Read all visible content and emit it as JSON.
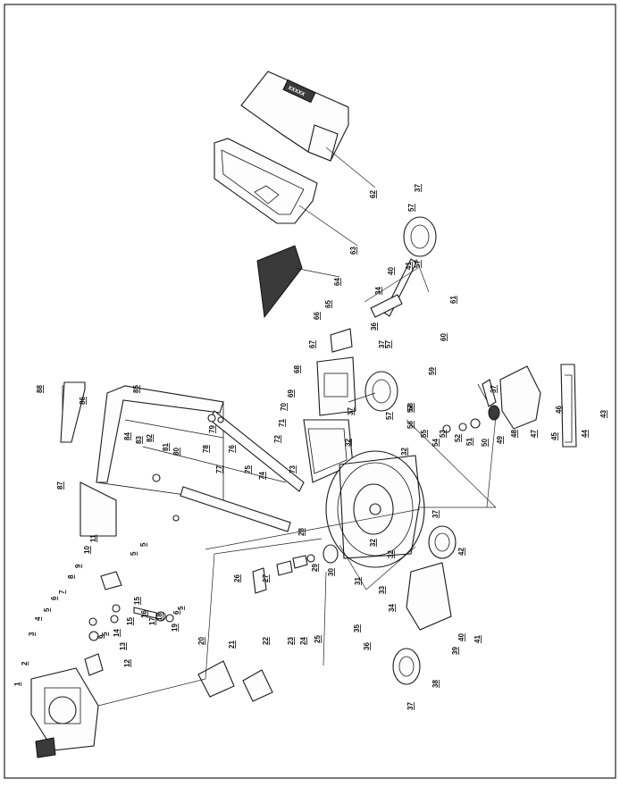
{
  "diagram": {
    "brand_mark": "XXXXX",
    "part_numbers": [
      "1",
      "2",
      "3",
      "4",
      "5",
      "6",
      "7",
      "8",
      "9",
      "10",
      "11",
      "12",
      "13",
      "14",
      "15",
      "16",
      "17",
      "18",
      "19",
      "20",
      "21",
      "22",
      "23",
      "24",
      "25",
      "26",
      "27",
      "28",
      "29",
      "30",
      "31",
      "32",
      "33",
      "34",
      "35",
      "36",
      "37",
      "38",
      "39",
      "40",
      "41",
      "42",
      "43",
      "44",
      "45",
      "46",
      "47",
      "48",
      "49",
      "50",
      "51",
      "52",
      "53",
      "54",
      "55",
      "56",
      "57",
      "58",
      "59",
      "60",
      "61",
      "62",
      "63",
      "64",
      "65",
      "66",
      "67",
      "68",
      "69",
      "70",
      "71",
      "72",
      "73",
      "74",
      "75",
      "76",
      "77",
      "78",
      "79",
      "80",
      "81",
      "82",
      "83",
      "84",
      "85",
      "86",
      "87",
      "88"
    ]
  }
}
